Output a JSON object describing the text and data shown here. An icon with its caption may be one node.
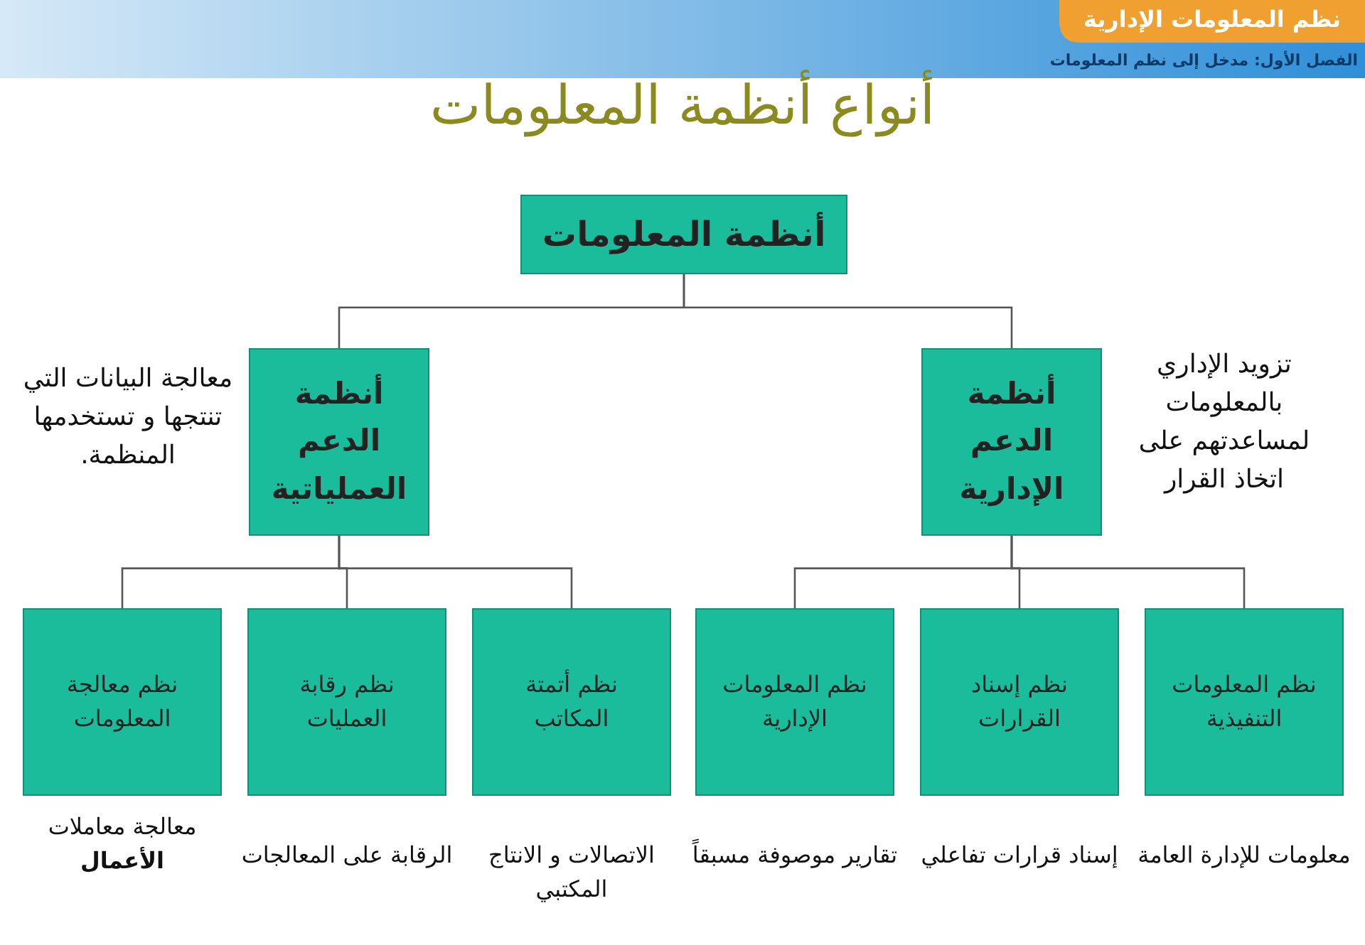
{
  "diagram": {
    "title": "أنواع أنظمة المعلومات",
    "nodes": [
      {
        "text": [
          "أنظمة المعلومات"
        ]
      },
      {
        "text": [
          "أنظمة الدعم الإدارية"
        ],
        "beside": [
          "تزويد الإداري بالمعلومات لمساعدتهم على اتخاذ القرار"
        ]
      },
      {
        "text": [
          "أنظمة الدعم العملياتية"
        ],
        "beside": [
          "معالجة البيانات التي تنتجها و تستخدمها المنظمة."
        ]
      },
      {
        "text": [
          "نظم المعلومات التنفيذية"
        ],
        "beside": [
          "معلومات للإدارة العامة"
        ]
      },
      {
        "text": [
          "نظم إسناد القرارات"
        ],
        "beside": [
          "إسناد قرارات تفاعلي"
        ]
      },
      {
        "text": [
          "نظم المعلومات الإدارية"
        ],
        "beside": [
          "تقارير موصوفة مسبقاً"
        ]
      },
      {
        "text": [
          "نظم أتمتة المكاتب"
        ],
        "beside": [
          "الاتصالات و الانتاج المكتبي"
        ]
      },
      {
        "text": [
          "نظم رقابة العمليات"
        ],
        "beside": [
          "الرقابة على المعالجات"
        ]
      },
      {
        "text": [
          "نظم معالجة المعلومات"
        ],
        "beside": [
          "معالجة معاملات **الأعمال**"
        ]
      }
    ],
    "edges": [
      {
        "from": 0,
        "to": 1,
        "arrow": "none"
      },
      {
        "from": 0,
        "to": 2,
        "arrow": "none"
      },
      {
        "from": 1,
        "to": 3,
        "arrow": "none"
      },
      {
        "from": 1,
        "to": 4,
        "arrow": "none"
      },
      {
        "from": 1,
        "to": 5,
        "arrow": "none"
      },
      {
        "from": 2,
        "to": 6,
        "arrow": "none"
      },
      {
        "from": 2,
        "to": 7,
        "arrow": "none"
      },
      {
        "from": 2,
        "to": 8,
        "arrow": "none"
      }
    ],
    "labels": [
      "نظم المعلومات الإدارية",
      "الفصل الأول: مدخل إلى نظم المعلومات"
    ]
  }
}
